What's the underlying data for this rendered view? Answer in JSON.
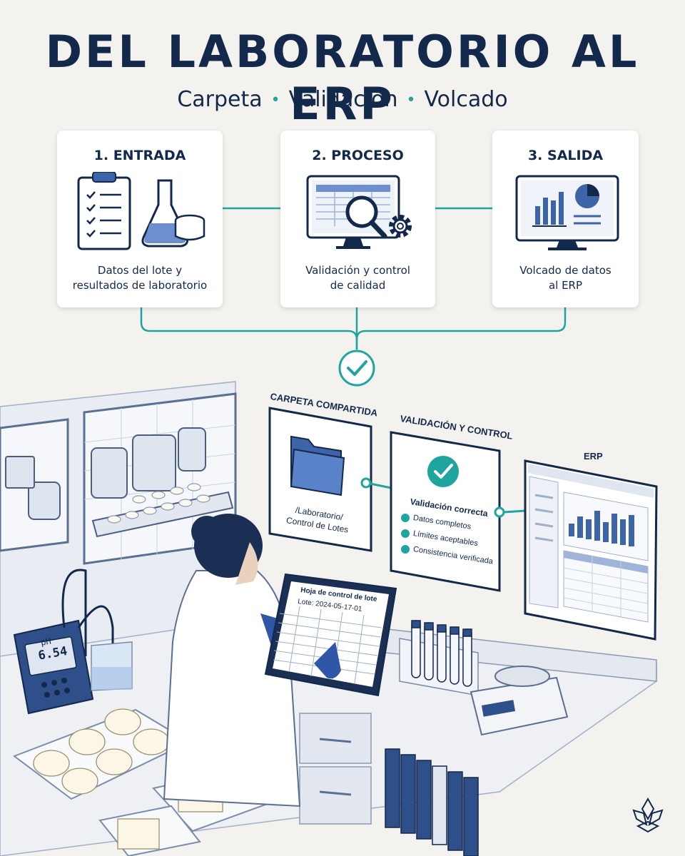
{
  "title": "DEL LABORATORIO AL ERP",
  "subtitle": {
    "part1": "Carpeta",
    "part2": "Validación",
    "part3": "Volcado",
    "separator": "•"
  },
  "steps": [
    {
      "title": "1. ENTRADA",
      "desc_line1": "Datos del lote y",
      "desc_line2": "resultados de laboratorio",
      "icon": "clipboard-flask-icon"
    },
    {
      "title": "2. PROCESO",
      "desc_line1": "Validación y control",
      "desc_line2": "de calidad",
      "icon": "monitor-magnifier-gear-icon"
    },
    {
      "title": "3. SALIDA",
      "desc_line1": "Volcado de datos",
      "desc_line2": "al ERP",
      "icon": "monitor-chart-icon"
    }
  ],
  "scene": {
    "folder_panel": {
      "title": "CARPETA COMPARTIDA",
      "path_line1": "/Laboratorio/",
      "path_line2": "Control de Lotes"
    },
    "validation_panel": {
      "title": "VALIDACIÓN Y CONTROL",
      "status": "Validación correcta",
      "checks": [
        "Datos completos",
        "Límites aceptables",
        "Consistencia verificada"
      ]
    },
    "erp_panel": {
      "title": "ERP"
    },
    "tablet": {
      "title": "Hoja de control de lote",
      "batch": "Lote: 2024-05-17-01"
    },
    "ph_meter": {
      "label": "pH",
      "value": "6.54"
    }
  },
  "colors": {
    "navy": "#13294b",
    "teal": "#1ea5a0",
    "blue": "#3d63a8",
    "background": "#f4f2ee"
  }
}
